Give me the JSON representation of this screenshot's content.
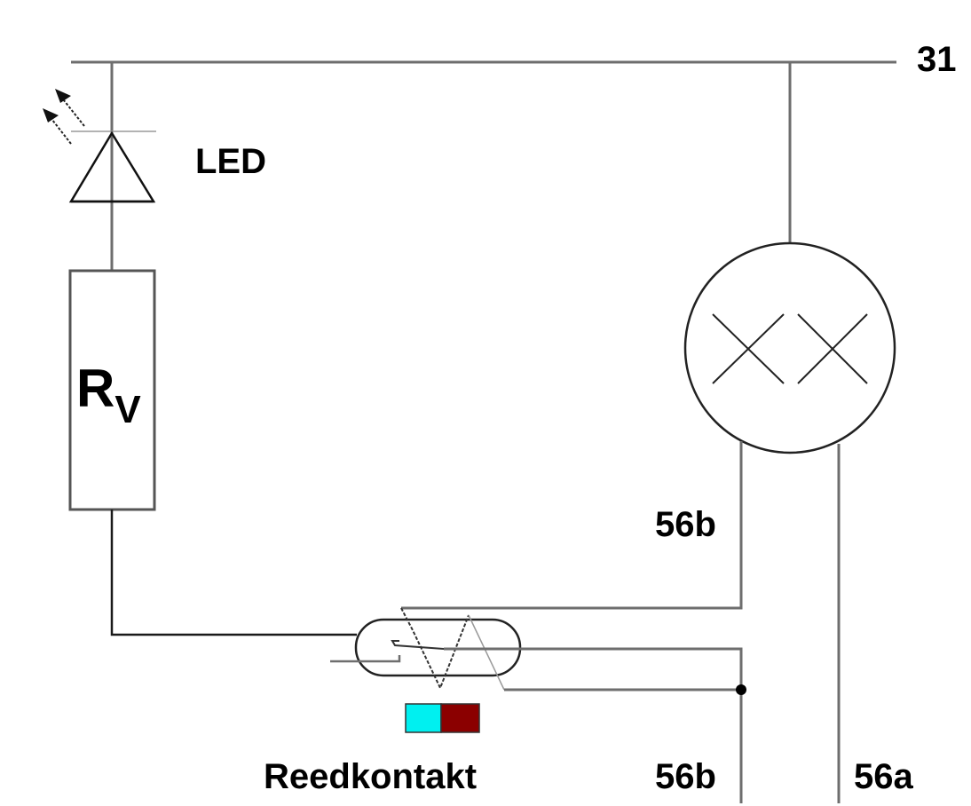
{
  "diagram": {
    "type": "circuit-schematic",
    "labels": {
      "terminal_31": "31",
      "led": "LED",
      "resistor_main": "R",
      "resistor_sub": "V",
      "terminal_56b_upper": "56b",
      "terminal_56b_lower": "56b",
      "terminal_56a": "56a",
      "reed_contact": "Reedkontakt"
    },
    "components": [
      {
        "id": "led",
        "kind": "light-emitting diode",
        "label": "LED"
      },
      {
        "id": "rv",
        "kind": "series resistor",
        "label": "Rv"
      },
      {
        "id": "lamp",
        "kind": "dual-filament bulb"
      },
      {
        "id": "reed",
        "kind": "reed switch (changeover)",
        "label": "Reedkontakt"
      },
      {
        "id": "magnet",
        "kind": "permanent magnet"
      }
    ],
    "colors": {
      "magnet_north": "#00f0f0",
      "magnet_south": "#8b0000",
      "wire": "#6e6e6e",
      "symbol": "#111111"
    }
  }
}
